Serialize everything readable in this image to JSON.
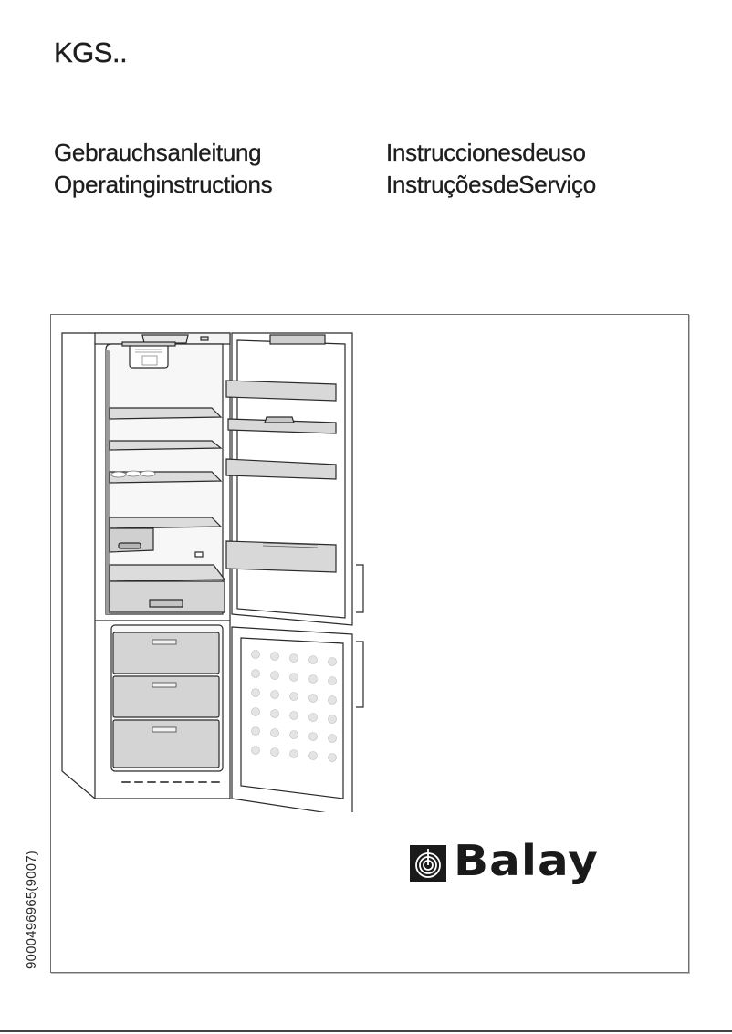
{
  "cover": {
    "model": "KGS..",
    "titles": {
      "left": [
        "Gebrauchsanleitung",
        "Operatinginstructions"
      ],
      "right": [
        "Instruccionesdeuso",
        "InstruçõesdeServiço"
      ]
    },
    "illustration": "fridge-freezer-open-doors",
    "brand": {
      "name": "Balay",
      "icon": "spiral-logo-icon",
      "color": "#1a1a1a"
    },
    "document_number": "9000496965(9007)"
  },
  "colors": {
    "text": "#1e1e1e",
    "frame_border": "#6f6f6f",
    "shelf_fill": "#d9d9d9",
    "drawer_fill": "#d4d4d4"
  }
}
